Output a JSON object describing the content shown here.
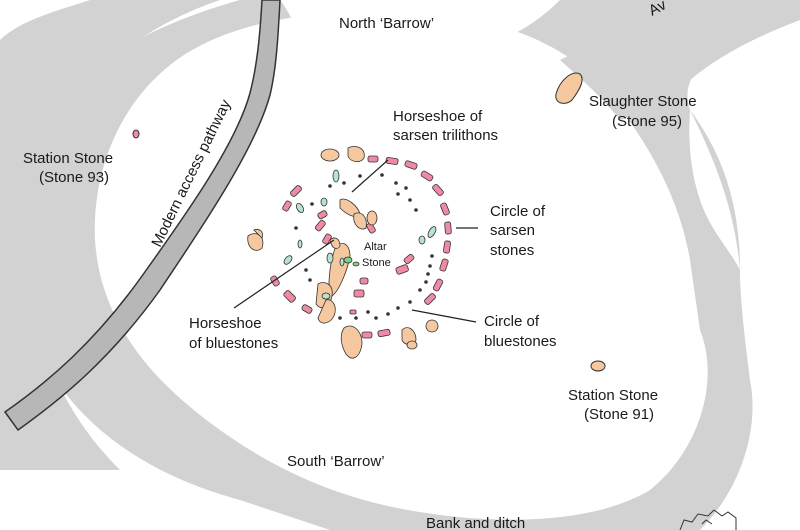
{
  "labels": {
    "north_barrow": "North ‘Barrow’",
    "south_barrow": "South ‘Barrow’",
    "avenue_partial": "Av",
    "slaughter_stone_1": "Slaughter Stone",
    "slaughter_stone_2": "(Stone 95)",
    "station_stone_93_1": "Station Stone",
    "station_stone_93_2": "(Stone 93)",
    "station_stone_91_1": "Station Stone",
    "station_stone_91_2": "(Stone 91)",
    "horseshoe_trilithons_1": "Horseshoe of",
    "horseshoe_trilithons_2": "sarsen trilithons",
    "circle_sarsen_1": "Circle of",
    "circle_sarsen_2": "sarsen",
    "circle_sarsen_3": "stones",
    "altar_1": "Altar",
    "altar_2": "Stone",
    "horseshoe_bluestones_1": "Horseshoe",
    "horseshoe_bluestones_2": "of bluestones",
    "circle_bluestones_1": "Circle of",
    "circle_bluestones_2": "bluestones",
    "bank_ditch": "Bank and ditch",
    "modern_path": "Modern access pathway"
  },
  "colors": {
    "earthwork": "#d2d2d2",
    "pathway": "#b7b7b7",
    "sarsen": "#f6c8a0",
    "sarsen_circle": "#ee8aa4",
    "bluestone": "#b7e3cf",
    "outline": "#333333"
  }
}
